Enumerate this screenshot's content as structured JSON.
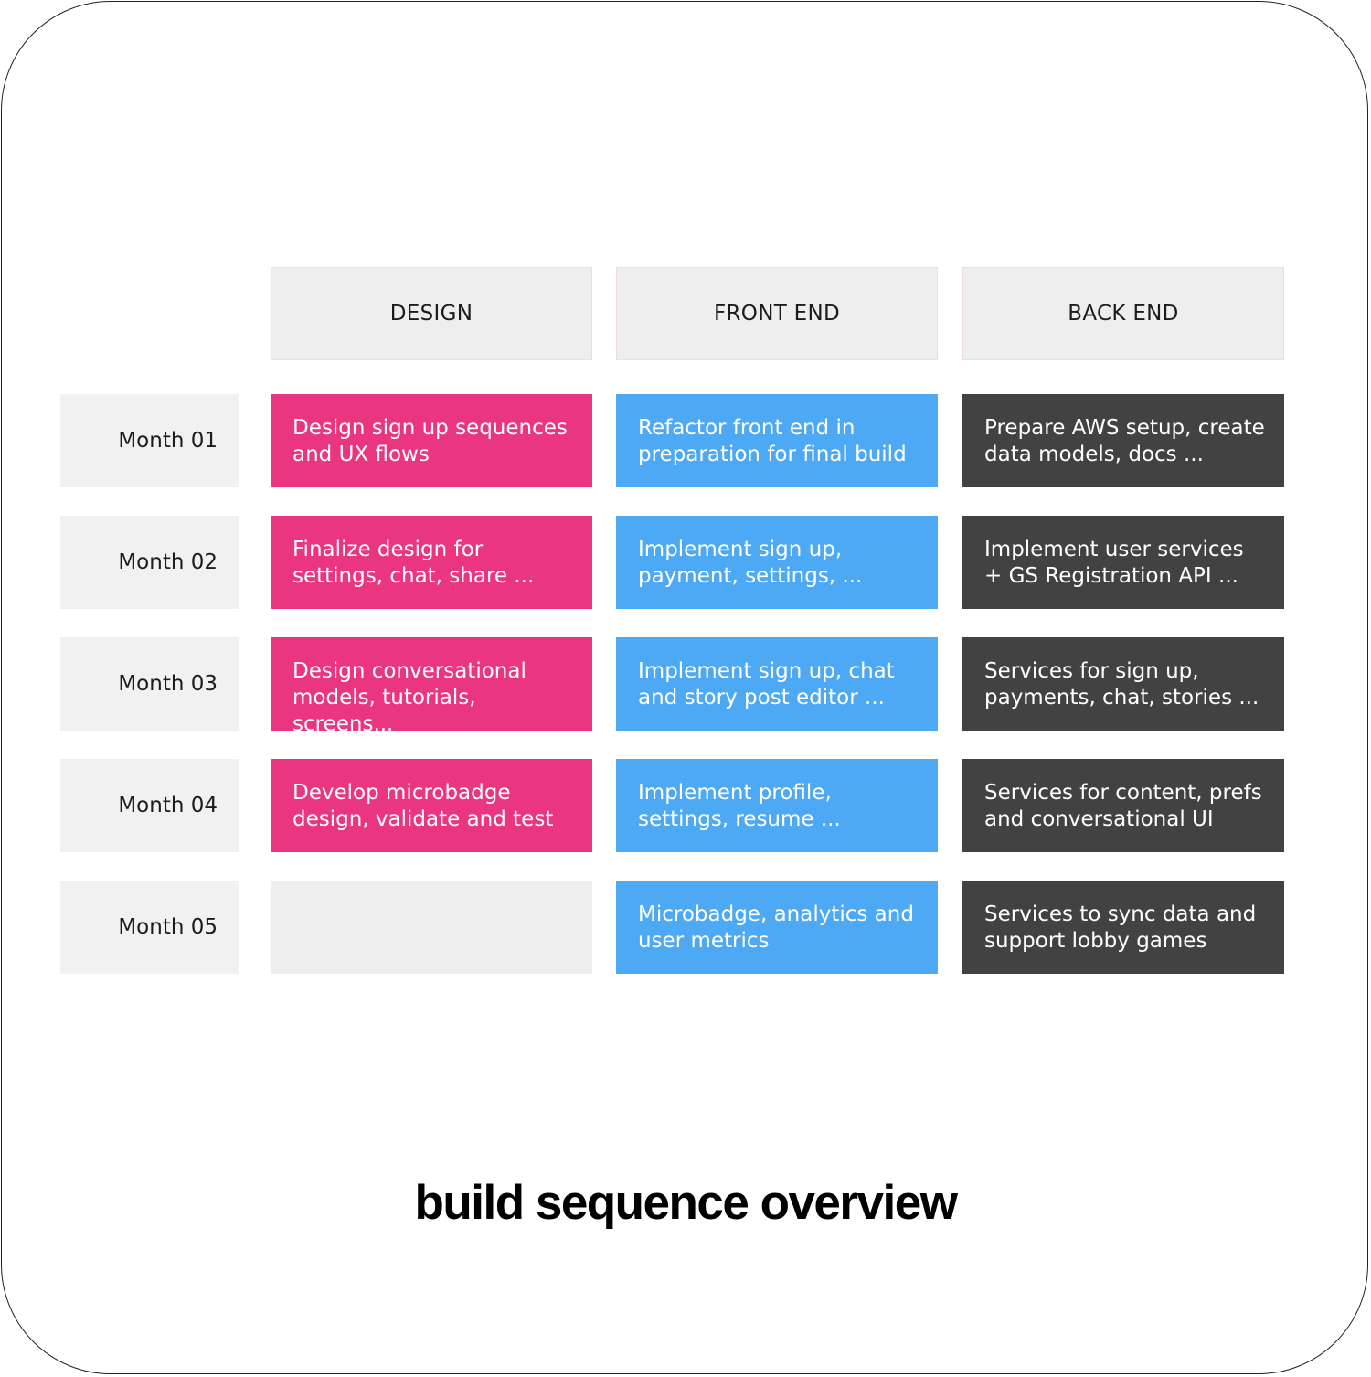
{
  "columns": [
    "DESIGN",
    "FRONT END",
    "BACK END"
  ],
  "rows": [
    {
      "month": "Month 01",
      "design": "Design sign up sequences and UX flows",
      "front_end": "Refactor front end in preparation for final build",
      "back_end": "Prepare AWS setup, create data models, docs ..."
    },
    {
      "month": "Month 02",
      "design": "Finalize design for settings, chat, share ...",
      "front_end": "Implement sign up, payment, settings, ...",
      "back_end": "Implement user services + GS Registration API ..."
    },
    {
      "month": "Month 03",
      "design": "Design conversational models, tutorials, screens...",
      "front_end": "Implement sign up, chat and story post editor ...",
      "back_end": "Services for sign up, payments, chat, stories ..."
    },
    {
      "month": "Month 04",
      "design": "Develop microbadge design, validate and test",
      "front_end": "Implement profile, settings, resume ...",
      "back_end": "Services for content, prefs and conversational UI"
    },
    {
      "month": "Month 05",
      "design": "",
      "front_end": "Microbadge, analytics and user metrics",
      "back_end": "Services to sync data and support lobby games"
    }
  ],
  "title": "build sequence overview",
  "colors": {
    "design": "#ea3580",
    "front_end": "#4ea9f5",
    "back_end": "#424242",
    "header_bg": "#efeeee"
  }
}
